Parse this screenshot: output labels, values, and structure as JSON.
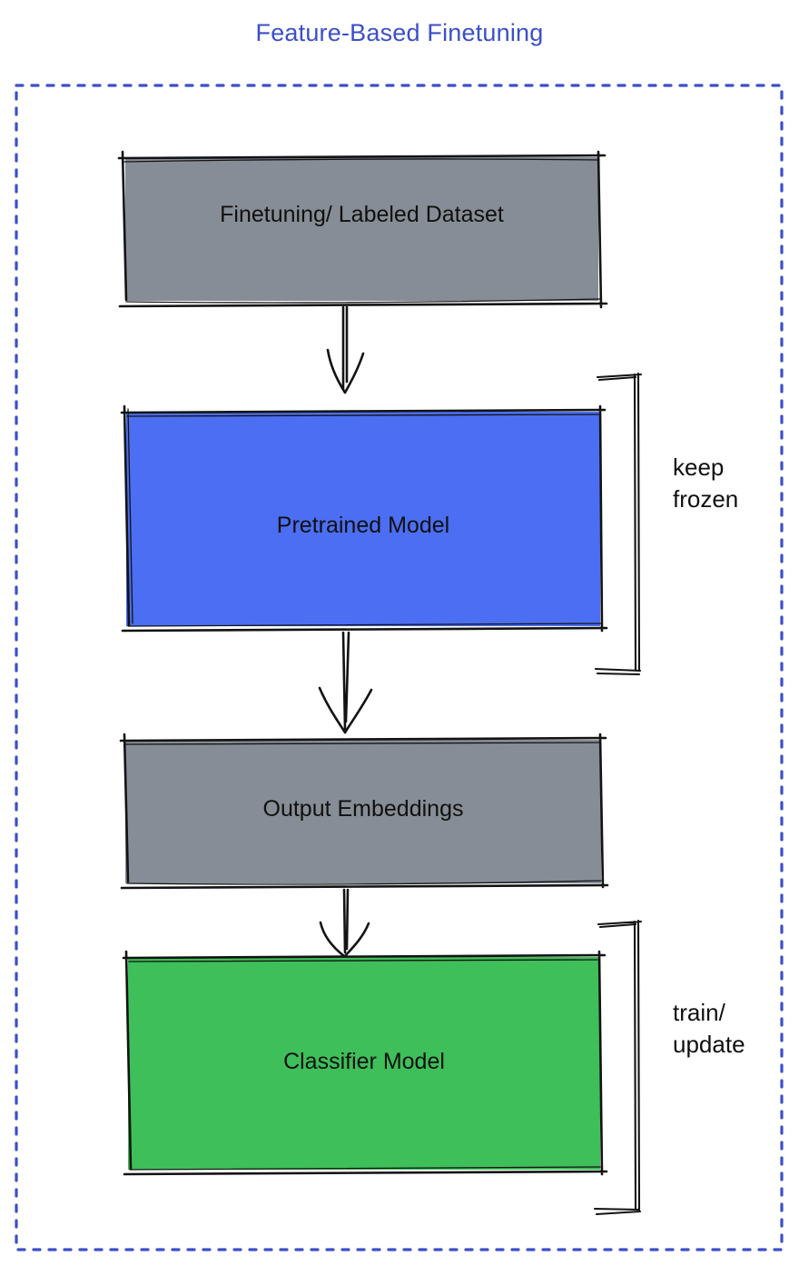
{
  "title": "Feature-Based Finetuning",
  "accent_color": "#3b50c9",
  "diagram": {
    "nodes": [
      {
        "id": "dataset",
        "label": "Finetuning/ Labeled Dataset",
        "fill": "#878d96"
      },
      {
        "id": "pretrained",
        "label": "Pretrained Model",
        "fill": "#4b6ef2"
      },
      {
        "id": "embeddings",
        "label": "Output Embeddings",
        "fill": "#878d96"
      },
      {
        "id": "classifier",
        "label": "Classifier Model",
        "fill": "#3ebf59"
      }
    ],
    "edges": [
      {
        "from": "dataset",
        "to": "pretrained"
      },
      {
        "from": "pretrained",
        "to": "embeddings"
      },
      {
        "from": "embeddings",
        "to": "classifier"
      }
    ],
    "annotations": [
      {
        "target": "pretrained",
        "label": "keep\nfrozen"
      },
      {
        "target": "classifier",
        "label": "train/\nupdate"
      }
    ]
  }
}
